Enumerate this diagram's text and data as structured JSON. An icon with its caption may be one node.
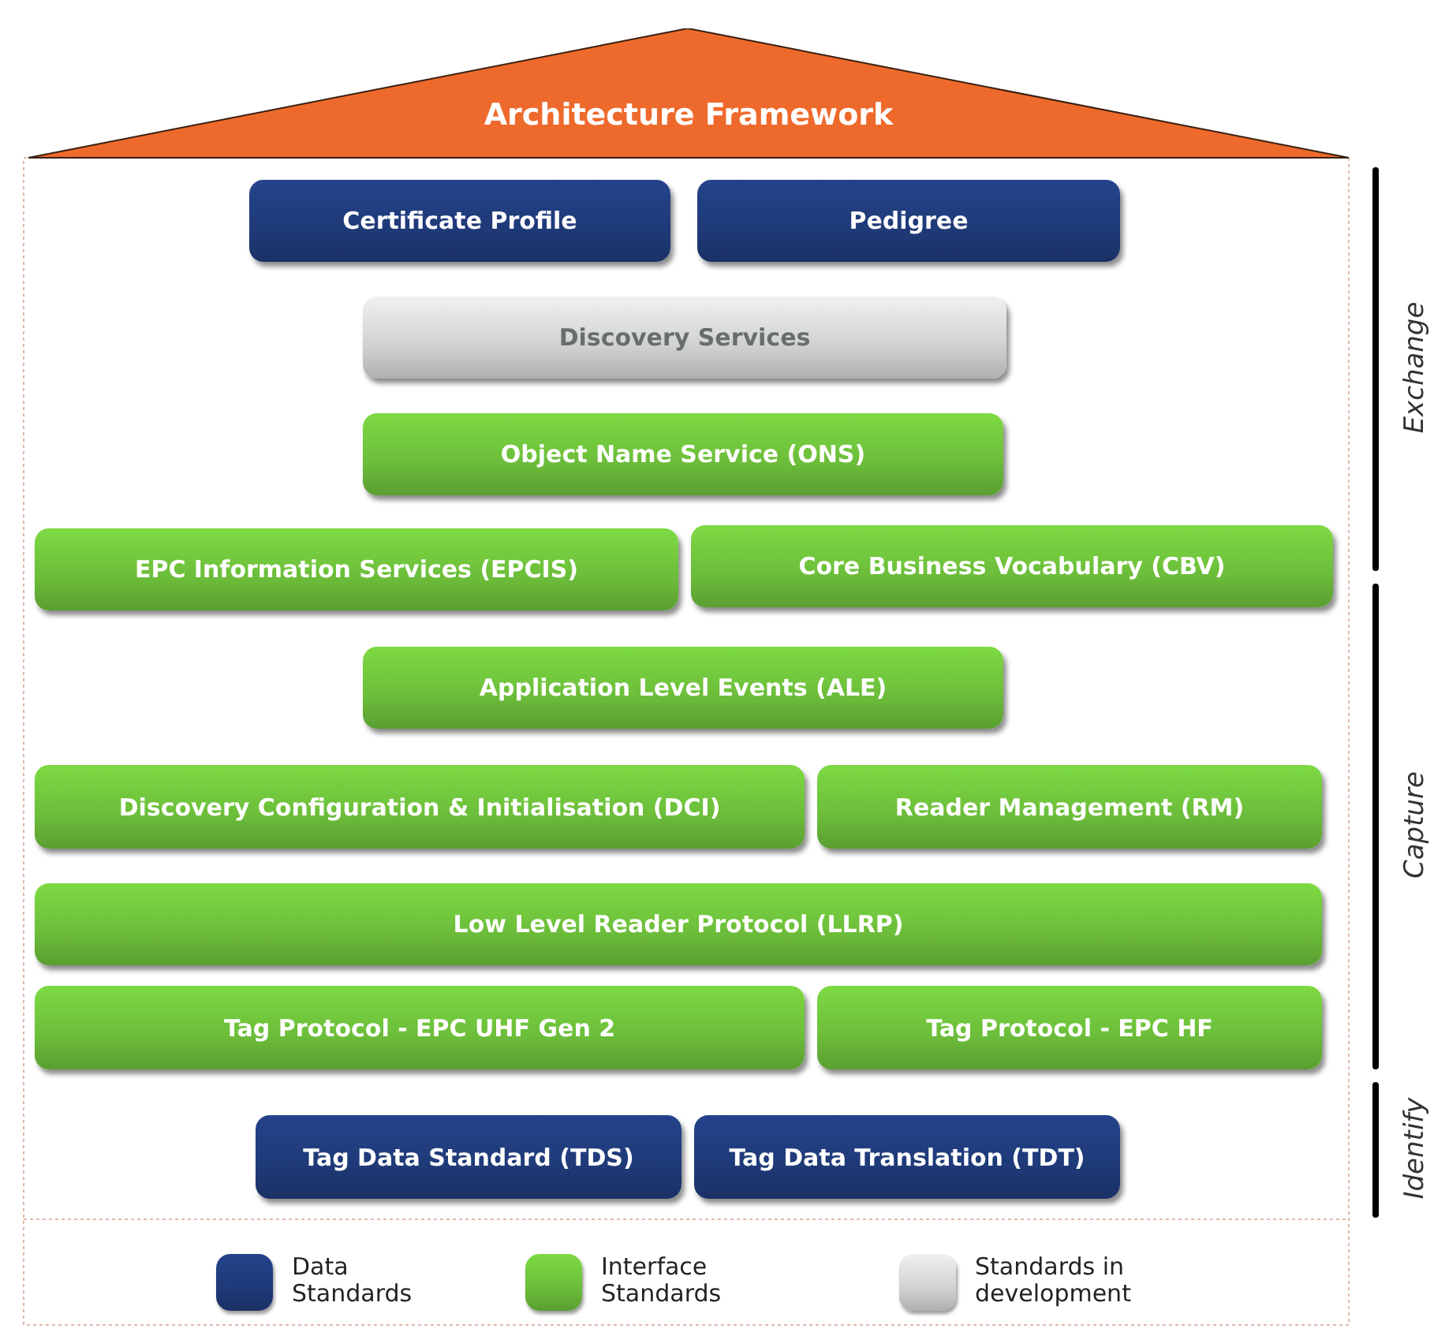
{
  "diagram": {
    "nodes": [
      {
        "text": [
          "Architecture Framework"
        ]
      },
      {
        "text": [
          "Certificate Profile"
        ]
      },
      {
        "text": [
          "Pedigree"
        ]
      },
      {
        "text": [
          "Discovery Services"
        ]
      },
      {
        "text": [
          "Object Name Service (ONS)"
        ]
      },
      {
        "text": [
          "EPC Information Services (EPCIS)"
        ]
      },
      {
        "text": [
          "Core Business Vocabulary (CBV)"
        ]
      },
      {
        "text": [
          "Application Level Events (ALE)"
        ]
      },
      {
        "text": [
          "Discovery Configuration & Initialisation (DCI)"
        ]
      },
      {
        "text": [
          "Reader Management (RM)"
        ]
      },
      {
        "text": [
          "Low Level Reader Protocol (LLRP)"
        ]
      },
      {
        "text": [
          "Tag Protocol - EPC UHF Gen 2"
        ]
      },
      {
        "text": [
          "Tag Protocol - EPC HF"
        ]
      },
      {
        "text": [
          "Tag Data Standard (TDS)"
        ]
      },
      {
        "text": [
          "Tag Data Translation (TDT)"
        ]
      }
    ],
    "labels": [
      "Exchange",
      "Capture",
      "Identify"
    ],
    "legend": [
      {
        "text": "Data Standards",
        "color": "#1f3a78"
      },
      {
        "text": "Interface Standards",
        "color": "#6cbd3a"
      },
      {
        "text": "Standards in development",
        "color": "#cfd2cf"
      }
    ]
  }
}
